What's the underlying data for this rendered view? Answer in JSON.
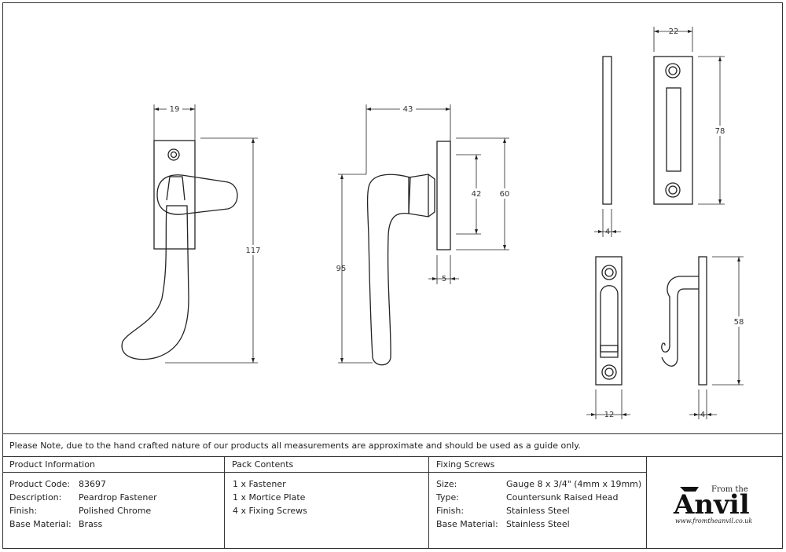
{
  "dimensions": {
    "fastener_front_width": "19",
    "fastener_front_height": "117",
    "fastener_side_depth": "43",
    "fastener_side_handle_length": "95",
    "fastener_side_plate_inner": "42",
    "fastener_side_plate_outer": "60",
    "fastener_side_plate_thickness": "5",
    "plate_width": "22",
    "plate_height": "78",
    "plate_thickness": "4",
    "keep_width": "12",
    "keep_height": "58",
    "keep_thickness": "4"
  },
  "note": "Please Note, due to the hand crafted nature of our products all measurements are approximate and should be used as a guide only.",
  "product_info": {
    "title": "Product Information",
    "rows": [
      {
        "label": "Product Code:",
        "value": "83697"
      },
      {
        "label": "Description:",
        "value": "Peardrop Fastener"
      },
      {
        "label": "Finish:",
        "value": "Polished Chrome"
      },
      {
        "label": "Base Material:",
        "value": "Brass"
      }
    ]
  },
  "pack_contents": {
    "title": "Pack Contents",
    "items": [
      "1 x Fastener",
      "1 x Mortice Plate",
      "4 x Fixing Screws"
    ]
  },
  "fixing_screws": {
    "title": "Fixing Screws",
    "rows": [
      {
        "label": "Size:",
        "value": "Gauge 8 x 3/4\" (4mm x 19mm)"
      },
      {
        "label": "Type:",
        "value": "Countersunk Raised Head"
      },
      {
        "label": "Finish:",
        "value": "Stainless Steel"
      },
      {
        "label": "Base Material:",
        "value": "Stainless Steel"
      }
    ]
  },
  "logo": {
    "from_the": "From the",
    "brand": "Anvil",
    "url": "www.fromtheanvil.co.uk"
  }
}
